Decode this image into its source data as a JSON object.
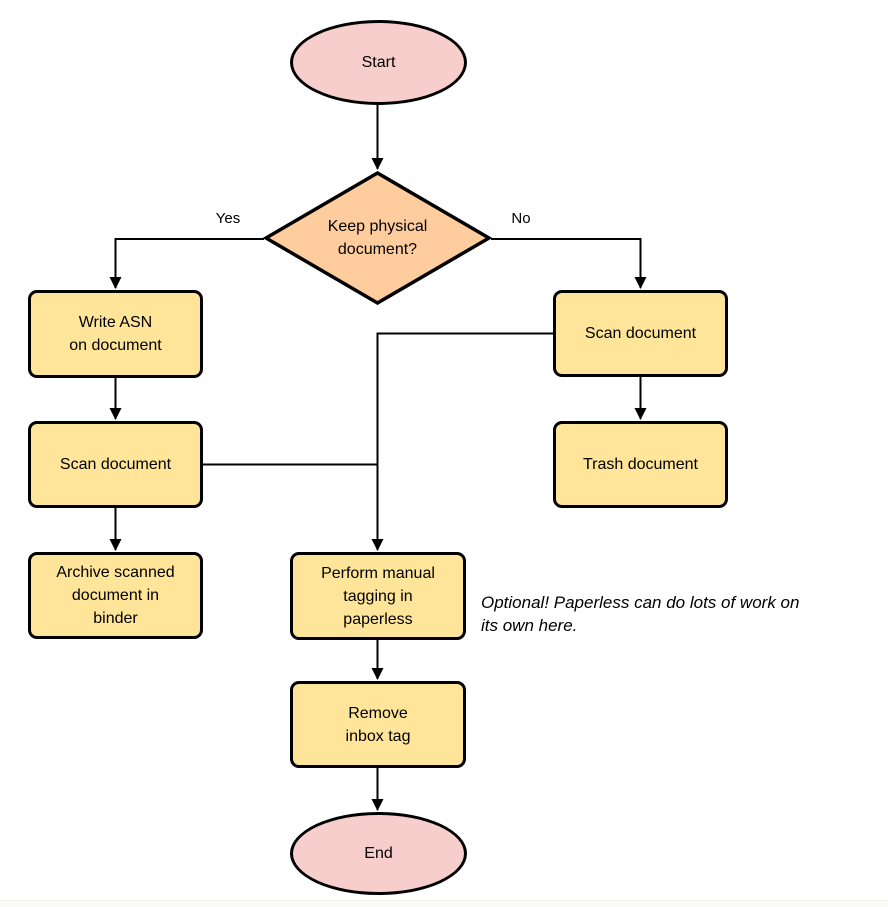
{
  "diagram": {
    "background": "#ffffff",
    "colors": {
      "terminal_fill": "#f8cecc",
      "decision_fill": "#ffcc9e",
      "process_fill": "#ffe599",
      "shape_stroke": "#000000",
      "connector_stroke": "#000000",
      "text": "#000000"
    },
    "nodes": {
      "start": {
        "type": "terminal",
        "label": "Start"
      },
      "decision_keep_physical": {
        "type": "decision",
        "label": [
          "Keep physical",
          "document?"
        ]
      },
      "write_asn": {
        "type": "process",
        "label": [
          "Write ASN",
          "on document"
        ]
      },
      "scan_document_left": {
        "type": "process",
        "label": "Scan document"
      },
      "archive_in_binder": {
        "type": "process",
        "label": [
          "Archive scanned",
          "document in",
          "binder"
        ]
      },
      "scan_document_right": {
        "type": "process",
        "label": "Scan document"
      },
      "trash_document": {
        "type": "process",
        "label": "Trash document"
      },
      "manual_tagging": {
        "type": "process",
        "label": [
          "Perform manual",
          "tagging in",
          "paperless"
        ]
      },
      "remove_inbox_tag": {
        "type": "process",
        "label": [
          "Remove",
          "inbox tag"
        ]
      },
      "end": {
        "type": "terminal",
        "label": "End"
      }
    },
    "edge_labels": {
      "yes": "Yes",
      "no": "No"
    },
    "annotation": {
      "text": [
        "Optional! Paperless can do lots of work on",
        "its own here."
      ]
    }
  }
}
